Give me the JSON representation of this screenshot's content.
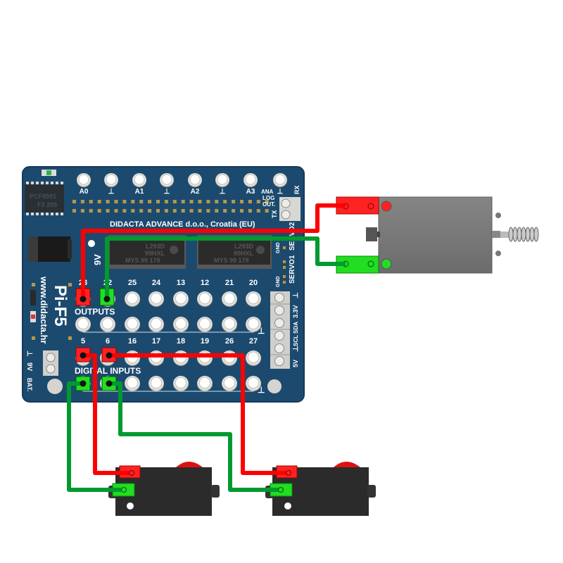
{
  "board": {
    "maker": "DIDACTA  ADVANCE d.o.o., Croatia (EU)",
    "model": "Pi-F5",
    "url": "www.didacta.hr",
    "colors": {
      "pcb": "#1c4a6e",
      "wire_red": "#ff0000",
      "wire_green": "#009a2e",
      "connector_red": "#ff2222",
      "connector_green": "#22dd22"
    },
    "adc_chip": {
      "line1": "PCF8591",
      "line2": "F3 205"
    },
    "driver_chips": [
      {
        "line1": "L293D",
        "line2": "99HXL",
        "line3": "MYS  99 178"
      },
      {
        "line1": "L293D",
        "line2": "99HXL",
        "line3": "MYS  99 178"
      }
    ],
    "analog_labels": [
      "A0",
      "⊥",
      "A1",
      "⊥",
      "A2",
      "⊥",
      "A3",
      "⊥"
    ],
    "ana_log_out": [
      "ANA",
      "LOG",
      "OUT."
    ],
    "serial_labels": {
      "rx": "RX",
      "tx": "TX"
    },
    "power_in_label": "9V",
    "outputs": {
      "title": "OUTPUTS",
      "top_pins": [
        "23",
        "22",
        "25",
        "24",
        "13",
        "12",
        "21",
        "20"
      ],
      "bottom_pins": [
        "5",
        "6",
        "16",
        "17",
        "18",
        "19",
        "26",
        "27"
      ]
    },
    "inputs": {
      "title": "DIGITAL INPUTS"
    },
    "servo_labels": [
      "GND",
      "SERVO2",
      "GND",
      "SERVO1"
    ],
    "terminal_labels": [
      "⊥",
      "3.3V",
      "SDA",
      "SCL",
      "⊥",
      "5V"
    ],
    "battery_labels": {
      "gnd": "⊥",
      "volt": "9V",
      "bat": "BAT."
    },
    "ground_symbol": "⊥"
  },
  "components": {
    "solenoid": {
      "name": "solenoid-actuator"
    },
    "switches": [
      {
        "name": "switch-left"
      },
      {
        "name": "switch-right"
      }
    ]
  },
  "wiring": [
    {
      "from": "OUTPUT 23",
      "to": "solenoid +",
      "color": "red"
    },
    {
      "from": "OUTPUT 22",
      "to": "solenoid -",
      "color": "green"
    },
    {
      "from": "DIGITAL INPUT 5 (top)",
      "to": "switch-left +",
      "color": "red"
    },
    {
      "from": "DIGITAL INPUT 5 (bottom)",
      "to": "switch-left -",
      "color": "green"
    },
    {
      "from": "DIGITAL INPUT 6 (top)",
      "to": "switch-right +",
      "color": "red"
    },
    {
      "from": "DIGITAL INPUT 6 (bottom)",
      "to": "switch-right -",
      "color": "green"
    }
  ]
}
